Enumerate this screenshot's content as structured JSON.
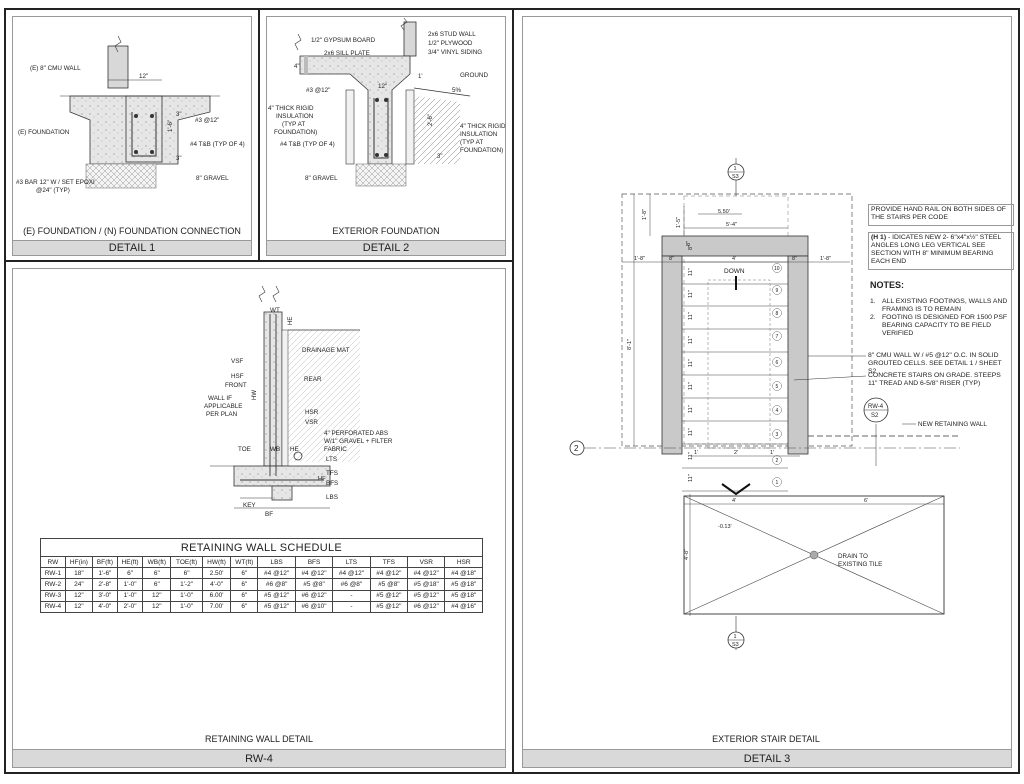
{
  "detail1": {
    "caption": "(E) FOUNDATION / (N) FOUNDATION CONNECTION",
    "title": "DETAIL 1",
    "labels": {
      "cmu_wall": "(E) 8\" CMU WALL",
      "width": "12\"",
      "rebar_top": "#3 @12\"",
      "foundation": "(E) FOUNDATION",
      "depth": "1'-6\"",
      "tb": "#4 T&B (TYP OF 4)",
      "gravel": "8\" GRAVEL",
      "epoxy_1": "#3 BAR 12\" W / SET EPOXI",
      "epoxy_2": "@24\" (TYP)",
      "dim_3a": "3\"",
      "dim_3b": "3\""
    }
  },
  "detail2": {
    "caption": "EXTERIOR FOUNDATION",
    "title": "DETAIL 2",
    "labels": {
      "gypsum": "1/2\" GYPSUM BOARD",
      "sill": "2x6 SILL PLATE",
      "stud": "2x6 STUD WALL",
      "plywood": "1/2\" PLYWOOD",
      "siding": "3/4\" VINYL SIDING",
      "ground": "GROUND",
      "slope": "5%",
      "width": "12\"",
      "rebar": "#3 @12\"",
      "four": "4\"",
      "one": "1'",
      "insul_left": [
        "4\" THICK RIGID",
        "INSULATION",
        "(TYP AT",
        "FOUNDATION)"
      ],
      "tb": "#4 T&B (TYP OF 4)",
      "gravel": "8\" GRAVEL",
      "depth": "2'-6\"",
      "three": "3\"",
      "insul_right": [
        "4\" THICK RIGID",
        "INSULATION",
        "(TYP AT",
        "FOUNDATION)"
      ]
    }
  },
  "rw4": {
    "caption": "RETAINING WALL DETAIL",
    "title": "RW-4",
    "labels": {
      "wt": "WT",
      "he": "HE",
      "drain": "DRAINAGE MAT",
      "vsf": "VSF",
      "hsf": "HSF",
      "front": "FRONT",
      "rear": "REAR",
      "hw": "HW",
      "wall_if": [
        "WALL IF",
        "APPLICABLE",
        "PER PLAN"
      ],
      "hsr": "HSR",
      "vsr": "VSR",
      "abs": [
        "4\" PERFORATED ABS",
        "W/1\" GRAVEL + FILTER",
        "FABRIC"
      ],
      "toe": "TOE",
      "wb": "WB",
      "he2": "HE",
      "lts": "LTS",
      "tfs": "TFS",
      "bfs": "BFS",
      "hf": "HF",
      "lbs": "LBS",
      "key": "KEY",
      "bf": "BF"
    }
  },
  "schedule": {
    "title": "RETAINING WALL SCHEDULE",
    "headers": [
      "RW",
      "HF(in)",
      "BF(ft)",
      "HE(ft)",
      "WB(ft)",
      "TOE(ft)",
      "HW(ft)",
      "WT(ft)",
      "LBS",
      "BFS",
      "LTS",
      "TFS",
      "VSR",
      "HSR"
    ],
    "rows": [
      [
        "RW-1",
        "18\"",
        "1'-6\"",
        "6\"",
        "6\"",
        "6\"",
        "2.50'",
        "6\"",
        "#4 @12\"",
        "#4 @12\"",
        "#4 @12\"",
        "#4 @12\"",
        "#4 @12\"",
        "#4 @18\""
      ],
      [
        "RW-2",
        "24\"",
        "2'-8\"",
        "1'-0\"",
        "6\"",
        "1'-2\"",
        "4'-0\"",
        "6\"",
        "#6 @8\"",
        "#5 @8\"",
        "#6 @8\"",
        "#5 @8\"",
        "#5 @18\"",
        "#5 @18\""
      ],
      [
        "RW-3",
        "12\"",
        "3'-0\"",
        "1'-0\"",
        "12\"",
        "1'-0\"",
        "6.00'",
        "6\"",
        "#5 @12\"",
        "#6 @12\"",
        "-",
        "#5 @12\"",
        "#5 @12\"",
        "#5 @18\""
      ],
      [
        "RW-4",
        "12\"",
        "4'-0\"",
        "2'-0\"",
        "12\"",
        "1'-0\"",
        "7.00'",
        "6\"",
        "#5 @12\"",
        "#6 @10\"",
        "-",
        "#5 @12\"",
        "#6 @12\"",
        "#4 @16\""
      ]
    ]
  },
  "detail3": {
    "caption": "EXTERIOR STAIR DETAIL",
    "title": "DETAIL 3",
    "section_mark_num": "1",
    "section_mark_sheet": "S3",
    "rw_tag_top": "RW-4",
    "rw_tag_bottom": "S2",
    "grid": "2",
    "down": "DOWN",
    "dims": {
      "top_1_8": "1'-8\"",
      "top_1_5": "1'-5\"",
      "top_550": "5.50'",
      "top_5_4": "5'-4\"",
      "d8a": "8\"",
      "d8b": "8\"",
      "d8c": "8\"",
      "left_1_8": "1'-8\"",
      "right_1_8": "1'-8\"",
      "four_top": "4'",
      "height_8_1": "8'-1\"",
      "eleven": "11\"",
      "one_a": "1'",
      "two": "2'",
      "one_b": "1'",
      "four_bottom": "4'",
      "six": "6'",
      "height_4_8": "4'-8\"",
      "slope_013": "-0.13'"
    },
    "treads_left": [
      "8\"",
      "11\"",
      "11\"",
      "11\"",
      "11\"",
      "11\"",
      "11\"",
      "11\"",
      "11\"",
      "11\""
    ],
    "steps": [
      "10",
      "9",
      "8",
      "7",
      "6",
      "5",
      "4",
      "3",
      "2",
      "1"
    ],
    "note1": "PROVIDE HAND RAIL ON BOTH SIDES OF THE STAIRS PER CODE",
    "note2_lead": "(H 1)",
    "note2": " - IDICATES NEW 2- 6\"x4\"x½\" STEEL ANGLES LONG LEG VERTICAL SEE SECTION WITH 8\" MINIMUM BEARING EACH END",
    "notes_title": "NOTES:",
    "notes": [
      "ALL EXISTING FOOTINGS, WALLS AND FRAMING IS TO REMAIN",
      "FOOTING IS DESIGNED FOR 1500 PSF BEARING CAPACITY TO BE FIELD VERIFIED"
    ],
    "cmu_note": "8\" CMU WALL W / #5 @12\" O.C. IN SOLID GROUTED CELLS. SEE DETAIL 1 / SHEET S2",
    "stairs_note": "CONCRETE STAIRS ON GRADE. STEEPS 11\" TREAD AND 6-5/8\" RISER (TYP)",
    "new_wall": "NEW RETAINING WALL",
    "drain": [
      "DRAIN TO",
      "EXISTING TILE"
    ]
  }
}
